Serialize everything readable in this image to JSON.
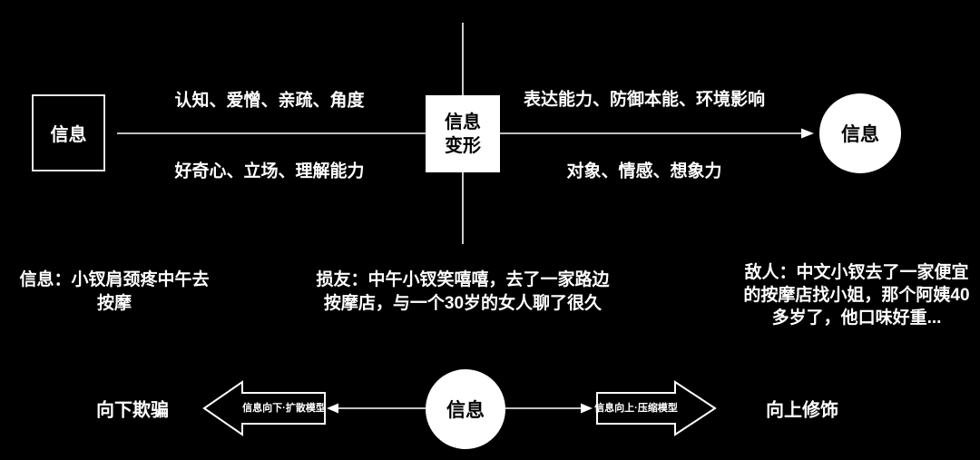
{
  "colors": {
    "background": "#000000",
    "line": "#ffffff",
    "node_fill": "#ffffff",
    "node_text": "#000000",
    "text": "#ffffff",
    "box_border": "#e6e6e6"
  },
  "top_flow": {
    "source_box_label": "信息",
    "center_box_label": "信息\n变形",
    "target_circle_label": "信息",
    "factors_top_left": "认知、爱憎、亲疏、角度",
    "factors_bottom_left": "好奇心、立场、理解能力",
    "factors_top_right": "表达能力、防御本能、环境影响",
    "factors_bottom_right": "对象、情感、想象力"
  },
  "examples": {
    "original": "信息：小钗肩颈疼中午去\n按摩",
    "friend": "损友：中午小钗笑嘻嘻，去了一家路边\n按摩店，与一个30岁的女人聊了很久",
    "enemy": "敌人：中文小钗去了一家便宜\n的按摩店找小姐，那个阿姨40\n多岁了，他口味好重..."
  },
  "bottom_flow": {
    "left_result_label": "向下欺骗",
    "left_arrow_label": "信息向下·扩散模型",
    "center_circle_label": "信息",
    "right_arrow_label": "信息向上·压缩模型",
    "right_result_label": "向上修饰"
  }
}
